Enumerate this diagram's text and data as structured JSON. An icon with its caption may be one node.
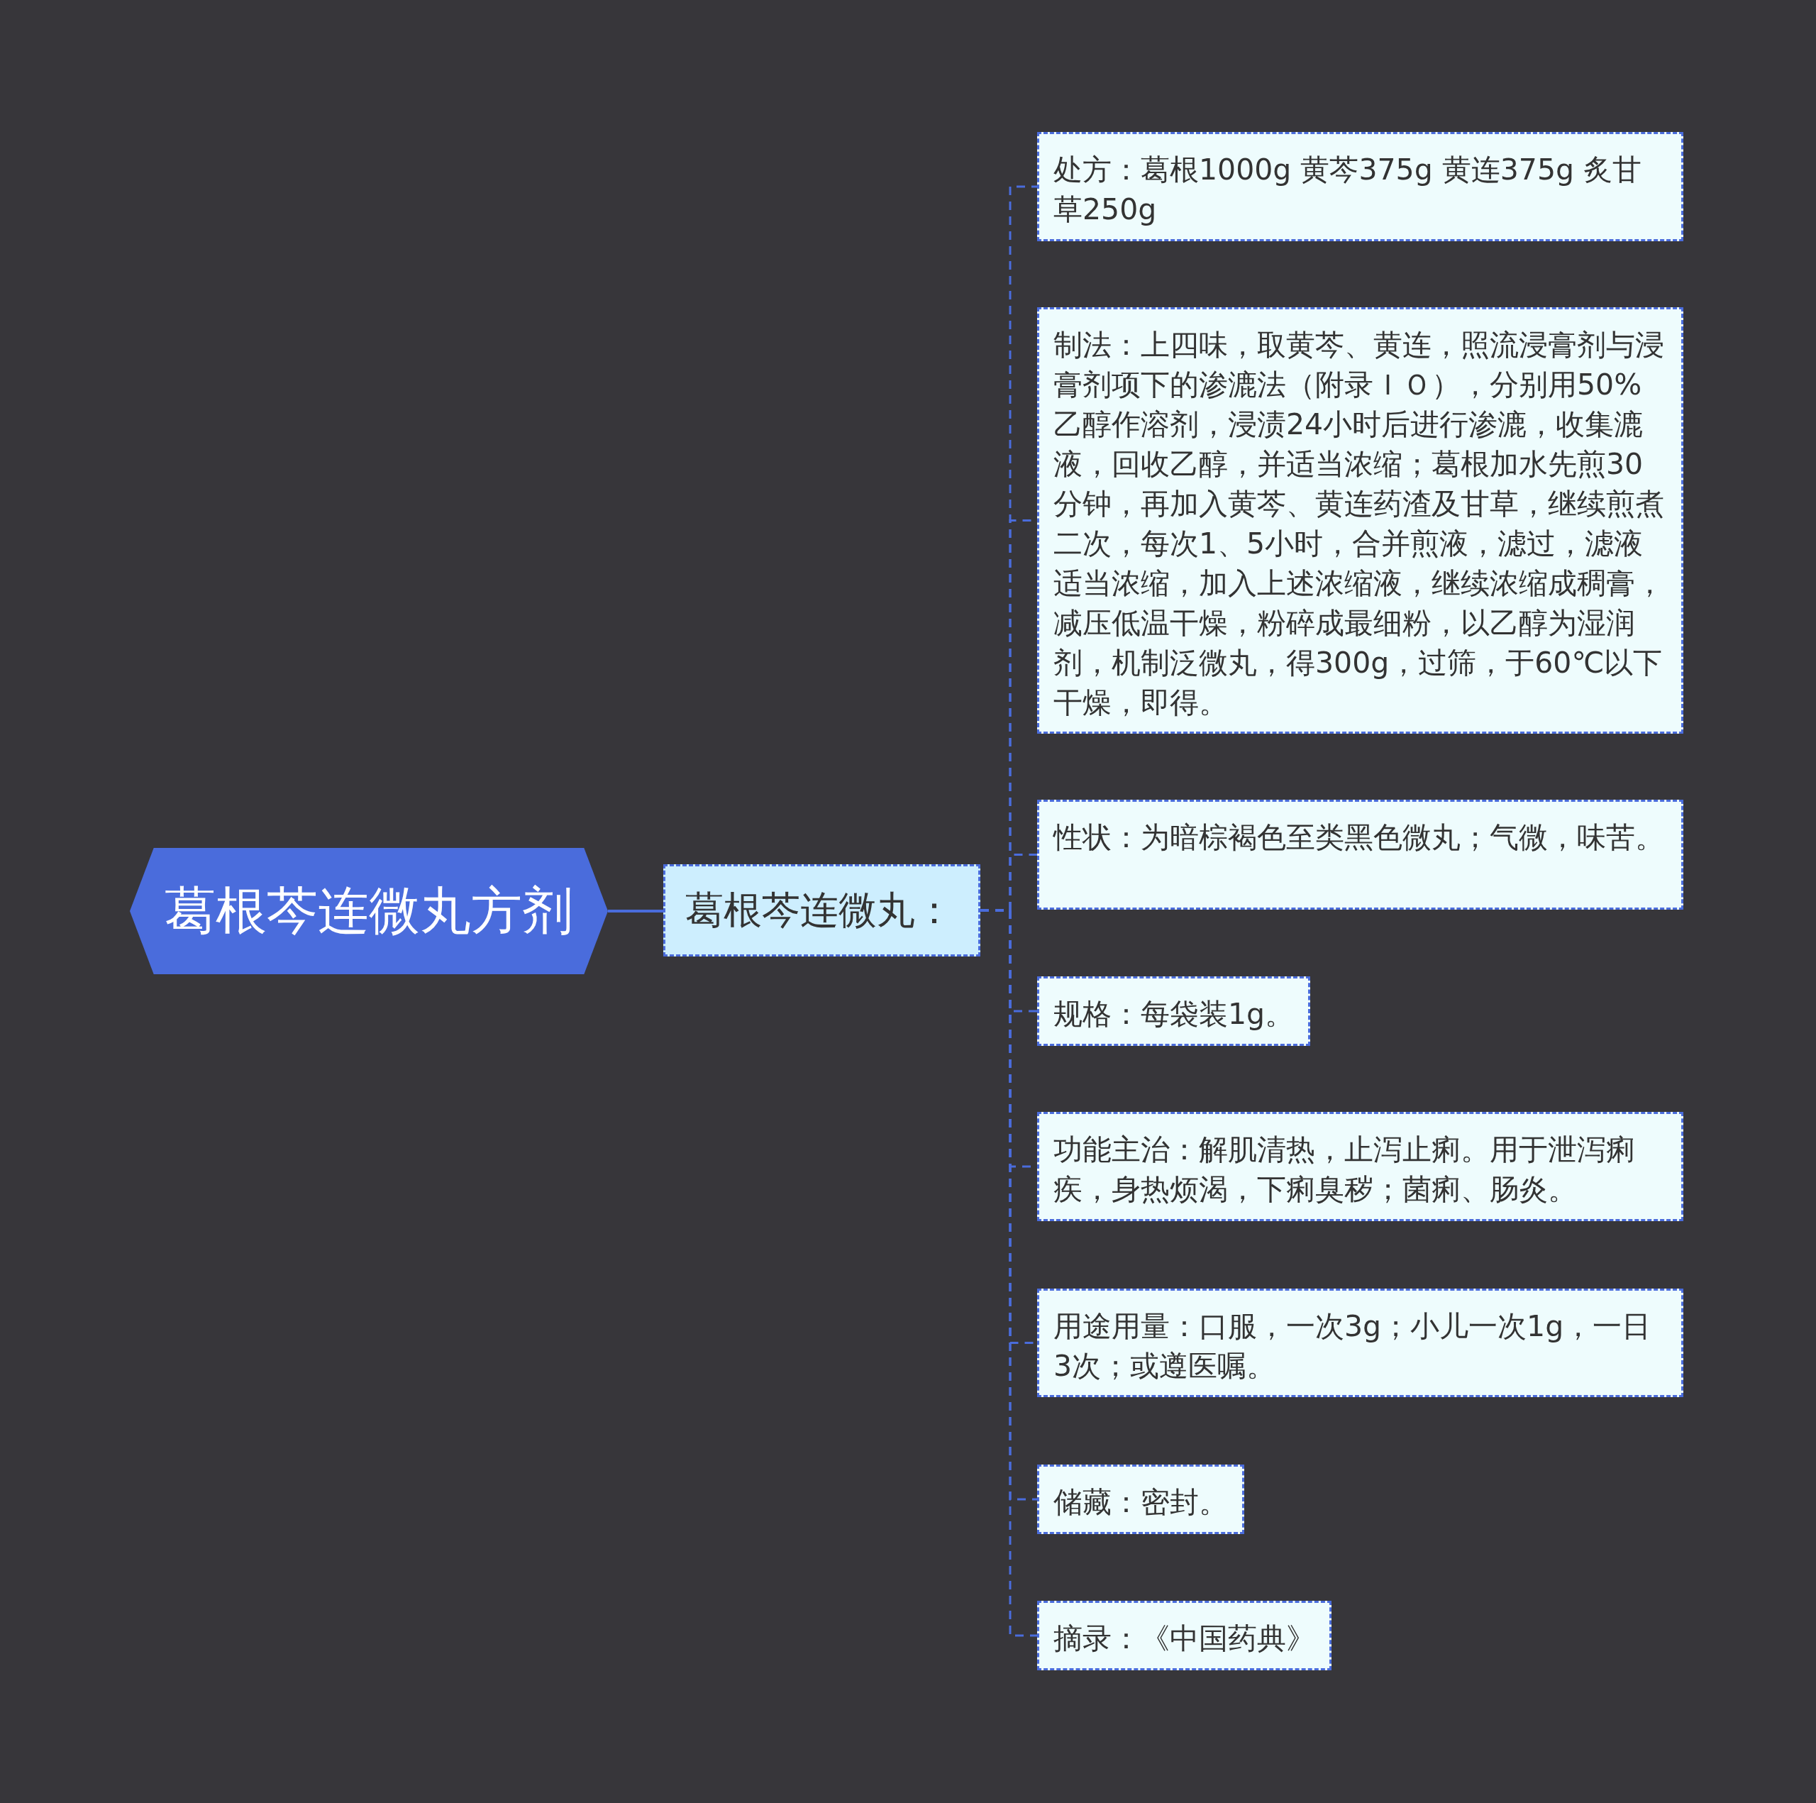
{
  "diagram": {
    "nodes": [
      {
        "text": [
          "葛根芩连微丸方剂"
        ]
      },
      {
        "text": [
          "葛根芩连微丸："
        ]
      },
      {
        "text": [
          "处方：葛根1000g  黄芩375g  黄连375g  炙甘草250g"
        ]
      },
      {
        "text": [
          "制法：上四味，取黄芩、黄连，照流浸膏剂与浸膏剂项下的渗漉法（附录ＩＯ），分别用50%乙醇作溶剂，浸渍24小时后进行渗漉，收集漉液，回收乙醇，并适当浓缩；葛根加水先煎30分钟，再加入黄芩、黄连药渣及甘草，继续煎煮二次，每次1、5小时，合并煎液，滤过，滤液适当浓缩，加入上述浓缩液，继续浓缩成稠膏，减压低温干燥，粉碎成最细粉，以乙醇为湿润剂，机制泛微丸，得300g，过筛，于60℃以下干燥，即得。"
        ]
      },
      {
        "text": [
          "性状：为暗棕褐色至类黑色微丸；气微，味苦。"
        ]
      },
      {
        "text": [
          "规格：每袋装1g。"
        ]
      },
      {
        "text": [
          "功能主治：解肌清热，止泻止痢。用于泄泻痢疾，身热烦渴，下痢臭秽；菌痢、肠炎。"
        ]
      },
      {
        "text": [
          "用途用量：口服，一次3g；小儿一次1g，一日3次；或遵医嘱。"
        ]
      },
      {
        "text": [
          "储藏：密封。"
        ]
      },
      {
        "text": [
          "摘录：《中国药典》"
        ]
      }
    ],
    "edges": [
      {
        "from": 0,
        "to": 1,
        "arrow": "none"
      },
      {
        "from": 1,
        "to": 2,
        "arrow": "none",
        "style": "dashed"
      },
      {
        "from": 1,
        "to": 3,
        "arrow": "none",
        "style": "dashed"
      },
      {
        "from": 1,
        "to": 4,
        "arrow": "none",
        "style": "dashed"
      },
      {
        "from": 1,
        "to": 5,
        "arrow": "none",
        "style": "dashed"
      },
      {
        "from": 1,
        "to": 6,
        "arrow": "none",
        "style": "dashed"
      },
      {
        "from": 1,
        "to": 7,
        "arrow": "none",
        "style": "dashed"
      },
      {
        "from": 1,
        "to": 8,
        "arrow": "none",
        "style": "dashed"
      },
      {
        "from": 1,
        "to": 9,
        "arrow": "none",
        "style": "dashed"
      }
    ]
  }
}
